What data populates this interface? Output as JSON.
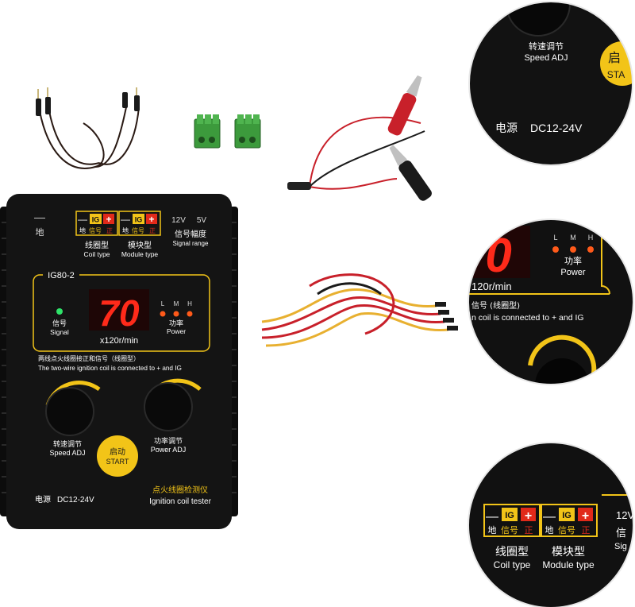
{
  "device": {
    "model": "IG80-2",
    "display": "70",
    "unit": "x120r/min",
    "ground_symbol": "—",
    "ground_label": "地",
    "ig_label": "IG",
    "plus_symbol": "+",
    "signal_cn": "信号",
    "positive_cn": "正",
    "coil_type_cn": "线圈型",
    "coil_type_en": "Coil type",
    "module_type_cn": "模块型",
    "module_type_en": "Module type",
    "v12": "12V",
    "v5": "5V",
    "signal_range_cn": "信号幅度",
    "signal_range_en": "Signal range",
    "signal_led_cn": "信号",
    "signal_led_en": "Signal",
    "power_l": "L",
    "power_m": "M",
    "power_h": "H",
    "power_cn": "功率",
    "power_en": "Power",
    "note_cn": "两线点火线圈接正和信号（线圈型）",
    "note_en": "The two-wire ignition coil is connected to + and IG",
    "speed_adj_cn": "转速调节",
    "speed_adj_en": "Speed ADJ",
    "power_adj_cn": "功率调节",
    "power_adj_en": "Power ADJ",
    "start_cn": "启动",
    "start_en": "START",
    "supply_cn": "电源",
    "supply_en": "DC12-24V",
    "product_cn": "点火线圈检测仪",
    "product_en": "Ignition coil tester"
  },
  "zoom1": {
    "speed_adj_cn": "转速调节",
    "speed_adj_en": "Speed ADJ",
    "start_cn": "启",
    "start_en": "STA",
    "supply_cn": "电源",
    "supply_en": "DC12-24V"
  },
  "zoom2": {
    "display": "0",
    "unit": "120r/min",
    "power_l": "L",
    "power_m": "M",
    "power_h": "H",
    "power_cn": "功率",
    "power_en": "Power",
    "note_cn": "信号 (线圈型)",
    "note_en": "n coil is connected to + and IG"
  },
  "zoom3": {
    "ground_symbol": "—",
    "ig_label": "IG",
    "plus_symbol": "+",
    "ground_cn": "地",
    "signal_cn": "信号",
    "positive_cn": "正",
    "v12": "12V",
    "cut_cn": "信",
    "cut_en": "Sig",
    "coil_type_cn": "线圈型",
    "coil_type_en": "Coil type",
    "module_type_cn": "模块型",
    "module_type_en": "Module type"
  },
  "colors": {
    "body": "#141414",
    "panel_yellow": "#f2c418",
    "segment_red": "#ff2a1a",
    "terminal_green": "#3c9a3c",
    "wire_red": "#c8202a",
    "wire_yellow": "#e8b030"
  }
}
